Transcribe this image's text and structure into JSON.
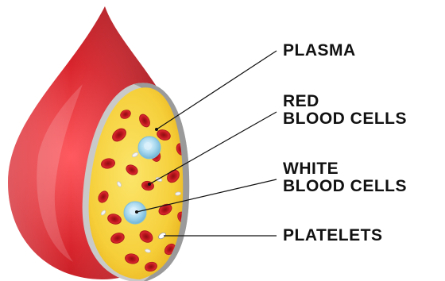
{
  "labels": {
    "plasma": "PLASMA",
    "red_blood_cells": [
      "RED",
      "BLOOD CELLS"
    ],
    "white_blood_cells": [
      "WHITE",
      "BLOOD CELLS"
    ],
    "platelets": "PLATELETS"
  },
  "colors": {
    "drop_red": "#d8242c",
    "drop_dark": "#a51218",
    "plasma_yellow": "#f6cf3a",
    "red_cell": "#c41a1f",
    "white_cell": "#a9d9ef",
    "platelet": "#f2f2f2",
    "leader_line": "#111111",
    "text": "#111111"
  }
}
